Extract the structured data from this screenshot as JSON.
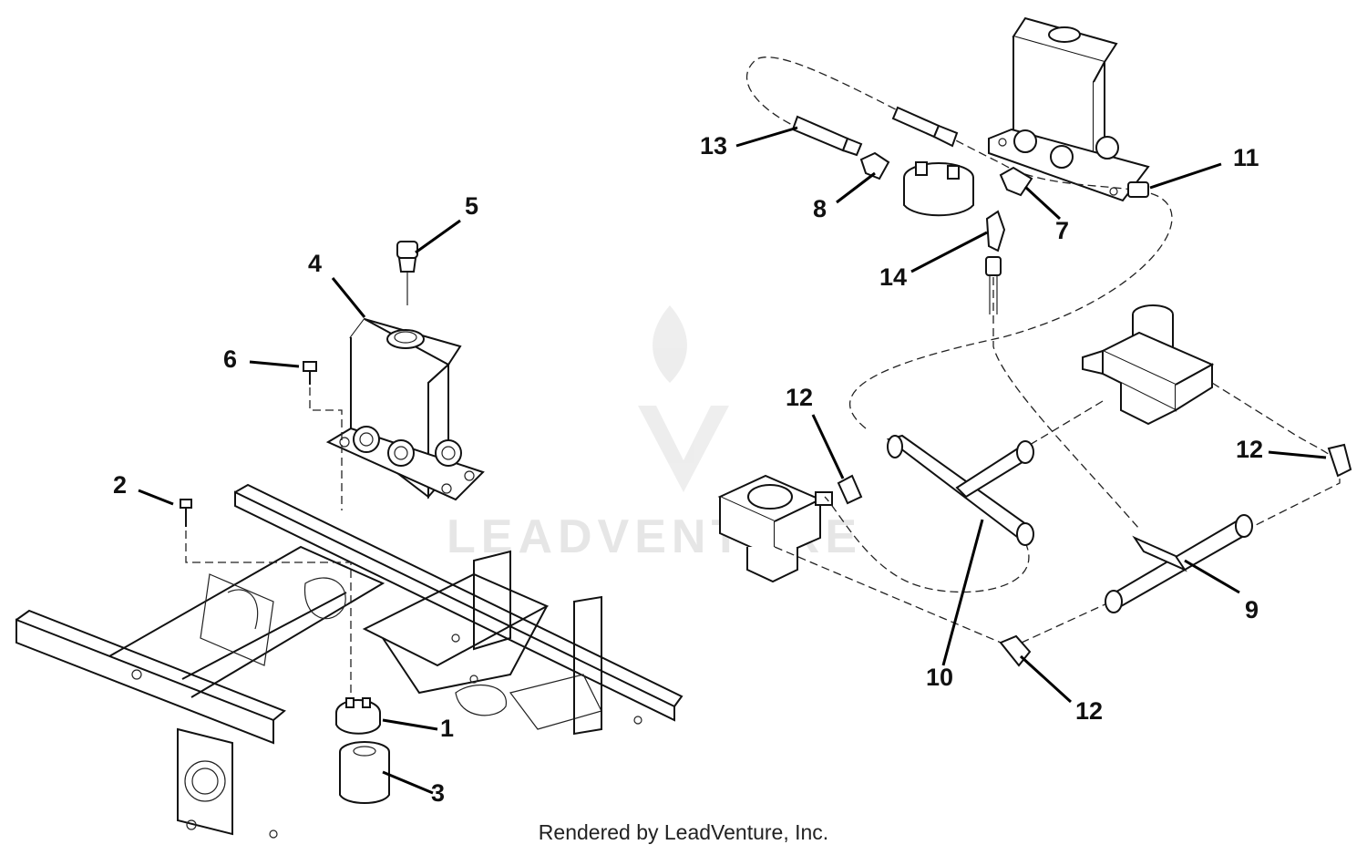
{
  "watermark": "LEADVENTURE",
  "footer": "Rendered by LeadVenture, Inc.",
  "callouts": {
    "c1": "1",
    "c2": "2",
    "c3": "3",
    "c4": "4",
    "c5": "5",
    "c6": "6",
    "c7": "7",
    "c8": "8",
    "c9": "9",
    "c10": "10",
    "c11": "11",
    "c12a": "12",
    "c12b": "12",
    "c12c": "12",
    "c13": "13",
    "c14": "14"
  }
}
